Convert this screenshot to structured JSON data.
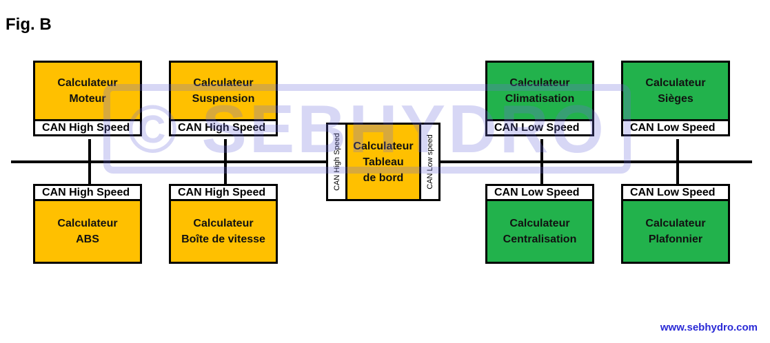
{
  "figure": {
    "title": "Fig. B"
  },
  "nodes": {
    "moteur": {
      "line1": "Calculateur",
      "line2": "Moteur",
      "tag": "CAN High Speed"
    },
    "suspension": {
      "line1": "Calculateur",
      "line2": "Suspension",
      "tag": "CAN High Speed"
    },
    "abs": {
      "line1": "Calculateur",
      "line2": "ABS",
      "tag": "CAN High Speed"
    },
    "boite": {
      "line1": "Calculateur",
      "line2": "Boîte de vitesse",
      "tag": "CAN High Speed"
    },
    "climatisation": {
      "line1": "Calculateur",
      "line2": "Climatisation",
      "tag": "CAN Low Speed"
    },
    "sieges": {
      "line1": "Calculateur",
      "line2": "Sièges",
      "tag": "CAN Low Speed"
    },
    "centralisation": {
      "line1": "Calculateur",
      "line2": "Centralisation",
      "tag": "CAN Low Speed"
    },
    "plafonnier": {
      "line1": "Calculateur",
      "line2": "Plafonnier",
      "tag": "CAN Low Speed"
    }
  },
  "center": {
    "line1": "Calculateur",
    "line2": "Tableau",
    "line3": "de bord",
    "tag_left": "CAN High Speed",
    "tag_right": "CAN Low speed"
  },
  "colors": {
    "high_speed": "#ffc000",
    "low_speed": "#22b24c"
  },
  "watermark": "© SEBHYDRO",
  "footer": {
    "url": "www.sebhydro.com"
  }
}
